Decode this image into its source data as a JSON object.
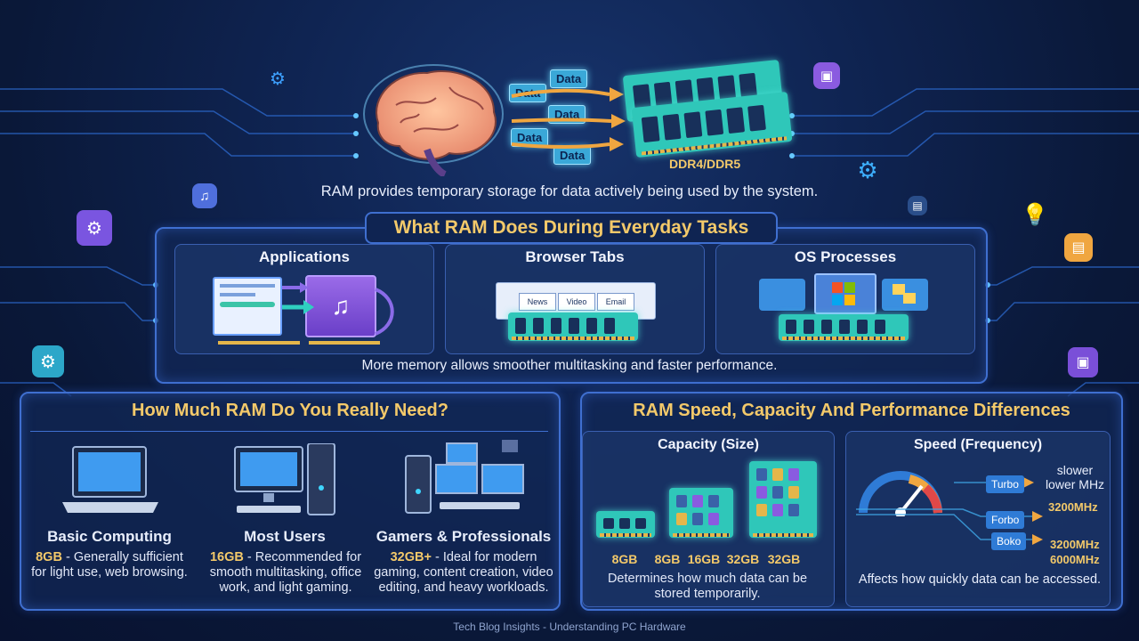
{
  "hero": {
    "data_tags": [
      "Data",
      "Data",
      "Data",
      "Data",
      "Data"
    ],
    "ram_label": "DDR4/DDR5",
    "caption": "RAM provides temporary storage for data actively being used by the system."
  },
  "everyday": {
    "title": "What RAM Does During Everyday Tasks",
    "cards": [
      {
        "title": "Applications"
      },
      {
        "title": "Browser Tabs",
        "tabs": [
          "News",
          "Video",
          "Email"
        ]
      },
      {
        "title": "OS Processes"
      }
    ],
    "footer": "More memory allows smoother multitasking and faster performance."
  },
  "need": {
    "title": "How Much RAM Do You Really Need?",
    "tiers": [
      {
        "name": "Basic Computing",
        "amount": "8GB",
        "line1": " - Generally sufficient",
        "line2": "for light use, web browsing."
      },
      {
        "name": "Most Users",
        "amount": "16GB",
        "line1": " - Recommended for",
        "line2": "smooth multitasking, office",
        "line3": "work, and light gaming."
      },
      {
        "name": "Gamers & Professionals",
        "amount": "32GB+",
        "line1": " - Ideal for modern",
        "line2": "gaming, content creation, video",
        "line3": "editing, and heavy workloads."
      }
    ]
  },
  "speed_cap": {
    "title": "RAM Speed, Capacity And Performance Differences",
    "capacity": {
      "title": "Capacity (Size)",
      "labels": [
        "8GB",
        "8GB",
        "16GB",
        "32GB",
        "32GB"
      ],
      "desc1": "Determines how much data can be",
      "desc2": "stored temporarily."
    },
    "speed": {
      "title": "Speed (Frequency)",
      "tags": [
        "Turbo",
        "Forbo",
        "Boko"
      ],
      "right1": "slower",
      "right2": "lower MHz",
      "right3": "3200MHz",
      "right4": "3200MHz",
      "right5": "6000MHz",
      "desc": "Affects how quickly data can be accessed."
    }
  },
  "footer": "Tech Blog Insights - Understanding PC Hardware",
  "colors": {
    "accent_gold": "#f3c96a",
    "panel_border": "#3f6fd0",
    "ram_teal": "#2fc7b9"
  }
}
